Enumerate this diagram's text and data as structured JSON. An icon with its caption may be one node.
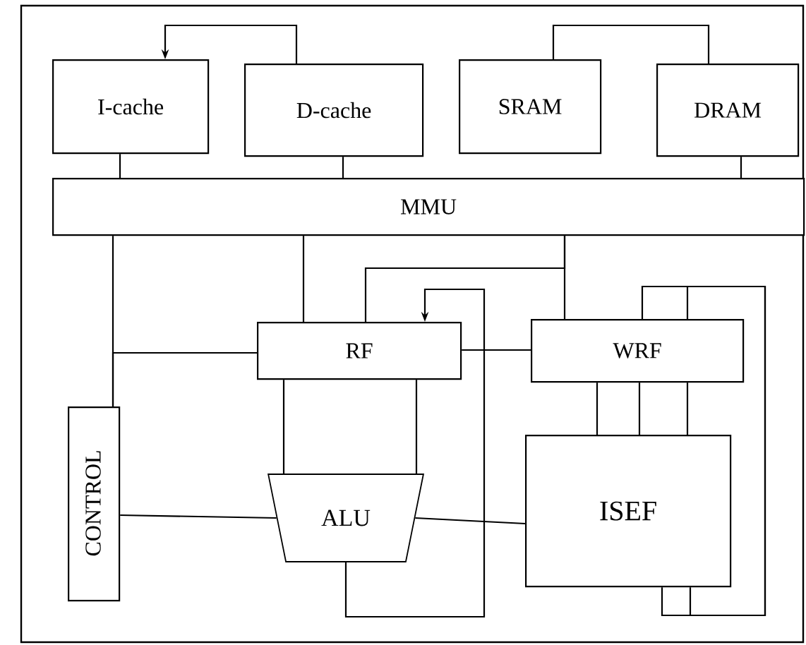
{
  "diagram": {
    "nodes": [
      {
        "text": [
          "I-cache"
        ]
      },
      {
        "text": [
          "D-cache"
        ]
      },
      {
        "text": [
          "SRAM"
        ]
      },
      {
        "text": [
          "DRAM"
        ]
      },
      {
        "text": [
          "MMU"
        ]
      },
      {
        "text": [
          "RF"
        ]
      },
      {
        "text": [
          "WRF"
        ]
      },
      {
        "text": [
          "CONTROL"
        ]
      },
      {
        "text": [
          "ALU"
        ]
      },
      {
        "text": [
          "ISEF"
        ]
      }
    ],
    "edges": [
      {
        "from": 1,
        "to": 0,
        "arrow": "to"
      },
      {
        "from": 2,
        "to": 3,
        "arrow": "none"
      },
      {
        "from": 0,
        "to": 4,
        "arrow": "none"
      },
      {
        "from": 1,
        "to": 4,
        "arrow": "none"
      },
      {
        "from": 3,
        "to": 4,
        "arrow": "none"
      },
      {
        "from": 4,
        "to": 7,
        "arrow": "none"
      },
      {
        "from": 4,
        "to": 5,
        "arrow": "none"
      },
      {
        "from": 4,
        "to": 6,
        "arrow": "none"
      },
      {
        "from": 4,
        "to": 5,
        "arrow": "none"
      },
      {
        "from": 7,
        "to": 5,
        "arrow": "none"
      },
      {
        "from": 7,
        "to": 8,
        "arrow": "none"
      },
      {
        "from": 5,
        "to": 6,
        "arrow": "none"
      },
      {
        "from": 5,
        "to": 8,
        "arrow": "none"
      },
      {
        "from": 5,
        "to": 8,
        "arrow": "none"
      },
      {
        "from": 8,
        "to": 5,
        "arrow": "to"
      },
      {
        "from": 8,
        "to": 9,
        "arrow": "none"
      },
      {
        "from": 6,
        "to": 9,
        "arrow": "none"
      },
      {
        "from": 6,
        "to": 9,
        "arrow": "none"
      },
      {
        "from": 6,
        "to": 9,
        "arrow": "none"
      },
      {
        "from": 9,
        "to": 6,
        "arrow": "none"
      },
      {
        "from": 9,
        "to": 6,
        "arrow": "none"
      }
    ]
  }
}
